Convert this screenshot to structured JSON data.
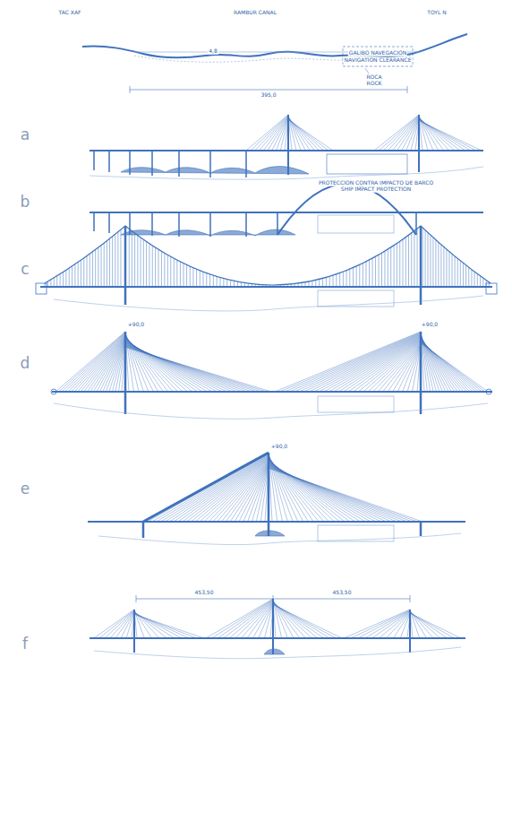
{
  "diagram": {
    "labels": [
      "TAC XAF",
      "RAMBUR CANAL",
      "TOYL N",
      "GALIBO NAVEGACION",
      "NAVIGATION CLEARANCE",
      "ROCA",
      "ROCK",
      "4,8",
      "395,0",
      "a",
      "PROTECCION CONTRA IMPACTO DE BARCO",
      "SHIP IMPACT PROTECTION",
      "b",
      "c",
      "d",
      "+90,0",
      "+90,0",
      "e",
      "+90,0",
      "f",
      "453,50",
      "453,50"
    ]
  }
}
